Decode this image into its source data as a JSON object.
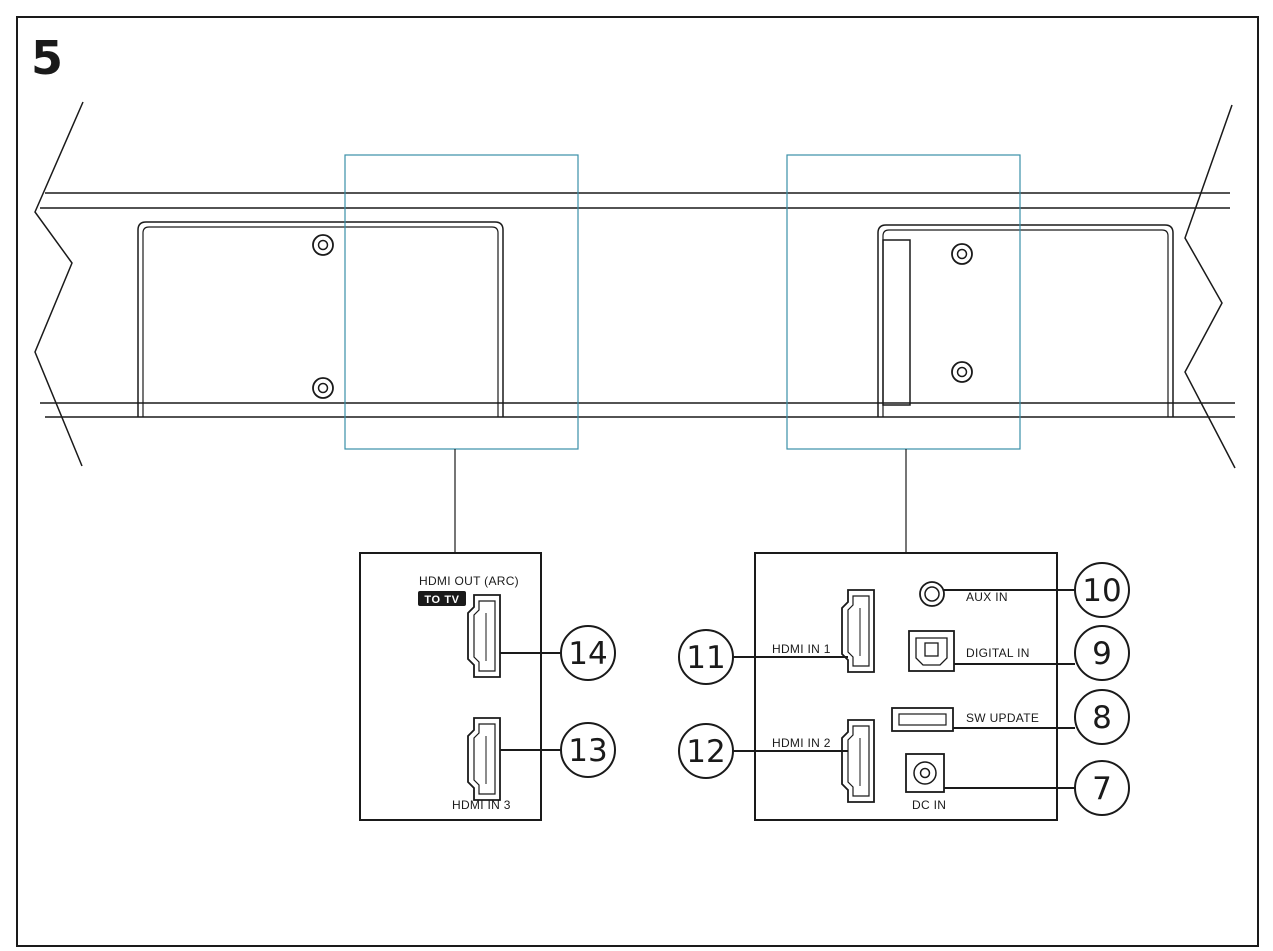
{
  "step_number": "5",
  "colors": {
    "line": "#1a1a1a",
    "zoom_box": "#3a8fa8",
    "badge_bg": "#1a1a1a"
  },
  "left_panel": {
    "hdmi_out_label": "HDMI OUT (ARC)",
    "to_tv_badge": "TO TV",
    "hdmi_in_3_label": "HDMI IN 3",
    "callout_hdmi_out": "14",
    "callout_hdmi_in_3": "13"
  },
  "right_panel": {
    "hdmi_in_1_label": "HDMI IN 1",
    "hdmi_in_2_label": "HDMI IN 2",
    "aux_in_label": "AUX IN",
    "digital_in_label": "DIGITAL IN",
    "sw_update_label": "SW UPDATE",
    "dc_in_label": "DC IN",
    "callout_hdmi_in_1": "11",
    "callout_hdmi_in_2": "12",
    "callout_aux_in": "10",
    "callout_digital_in": "9",
    "callout_sw_update": "8",
    "callout_dc_in": "7"
  }
}
